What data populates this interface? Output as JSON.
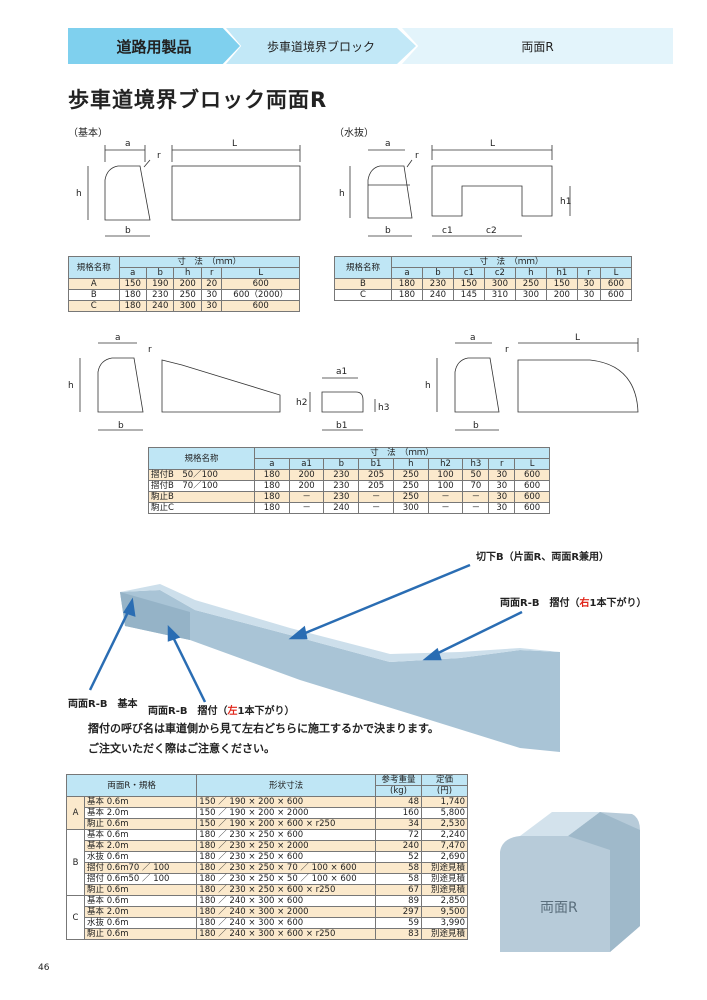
{
  "breadcrumb": {
    "level1": "道路用製品",
    "level2": "歩車道境界ブロック",
    "level3": "両面R"
  },
  "page_title": "歩車道境界ブロック両面R",
  "section_basic": "（基本）",
  "section_mizunuki": "（水抜）",
  "dims": {
    "a": "a",
    "b": "b",
    "h": "h",
    "r": "r",
    "L": "L",
    "c1": "c1",
    "c2": "c2",
    "h1": "h1",
    "a1": "a1",
    "b1": "b1",
    "h2": "h2",
    "h3": "h3"
  },
  "table_basic": {
    "head1": "規格名称",
    "head2": "寸　法　（ｍｍ）",
    "cols": [
      "a",
      "b",
      "h",
      "r",
      "L"
    ],
    "rows": [
      [
        "A",
        "150",
        "190",
        "200",
        "20",
        "600"
      ],
      [
        "B",
        "180",
        "230",
        "250",
        "30",
        "600（2000）"
      ],
      [
        "C",
        "180",
        "240",
        "300",
        "30",
        "600"
      ]
    ]
  },
  "table_mizu": {
    "head1": "規格名称",
    "head2": "寸　法　（ｍｍ）",
    "cols": [
      "a",
      "b",
      "c1",
      "c2",
      "h",
      "h1",
      "r",
      "L"
    ],
    "rows": [
      [
        "B",
        "180",
        "230",
        "150",
        "300",
        "250",
        "150",
        "30",
        "600"
      ],
      [
        "C",
        "180",
        "240",
        "145",
        "310",
        "300",
        "200",
        "30",
        "600"
      ]
    ]
  },
  "table_suri": {
    "head1": "規格名称",
    "head2": "寸　法　（ｍｍ）",
    "cols": [
      "a",
      "a1",
      "b",
      "b1",
      "h",
      "h2",
      "h3",
      "r",
      "L"
    ],
    "rows": [
      [
        "摺付B　50／100",
        "180",
        "200",
        "230",
        "205",
        "250",
        "100",
        "50",
        "30",
        "600"
      ],
      [
        "摺付B　70／100",
        "180",
        "200",
        "230",
        "205",
        "250",
        "100",
        "70",
        "30",
        "600"
      ],
      [
        "駒止B",
        "180",
        "－",
        "230",
        "－",
        "250",
        "－",
        "－",
        "30",
        "600"
      ],
      [
        "駒止C",
        "180",
        "－",
        "240",
        "－",
        "300",
        "－",
        "－",
        "30",
        "600"
      ]
    ]
  },
  "photo_labels": {
    "kiri": "切下B（片面R、両面R兼用）",
    "right_pre": "両面R-B　摺付（",
    "right_dir": "右",
    "right_post": "1本下がり）",
    "kihon": "両面R-B　基本",
    "left_pre": "両面R-B　摺付（",
    "left_dir": "左",
    "left_post": "1本下がり）"
  },
  "notes": [
    "摺付の呼び名は車道側から見て左右どちらに施工するかで決まります。",
    "ご注文いただく際はご注意ください。"
  ],
  "price_table": {
    "head": [
      "両面R・規格",
      "形状寸法",
      "参考重量",
      "定価"
    ],
    "units": [
      "(kg)",
      "(円)"
    ],
    "groups": [
      {
        "grade": "A",
        "rows": [
          [
            "基本 0.6m",
            "150 ／ 190 × 200 × 600",
            "48",
            "1,740"
          ],
          [
            "基本 2.0m",
            "150 ／ 190 × 200 × 2000",
            "160",
            "5,800"
          ],
          [
            "駒止 0.6m",
            "150 ／ 190 × 200 × 600 × r250",
            "34",
            "2,530"
          ]
        ]
      },
      {
        "grade": "B",
        "rows": [
          [
            "基本 0.6m",
            "180 ／ 230 × 250 × 600",
            "72",
            "2,240"
          ],
          [
            "基本 2.0m",
            "180 ／ 230 × 250 × 2000",
            "240",
            "7,470"
          ],
          [
            "水抜 0.6m",
            "180 ／ 230 × 250 × 600",
            "52",
            "2,690"
          ],
          [
            "摺付 0.6m70 ／ 100",
            "180 ／ 230 × 250 × 70 ／ 100 × 600",
            "58",
            "別途見積"
          ],
          [
            "摺付 0.6m50 ／ 100",
            "180 ／ 230 × 250 × 50 ／ 100 × 600",
            "58",
            "別途見積"
          ],
          [
            "駒止 0.6m",
            "180 ／ 230 × 250 × 600 × r250",
            "67",
            "別途見積"
          ]
        ]
      },
      {
        "grade": "C",
        "rows": [
          [
            "基本 0.6m",
            "180 ／ 240 × 300 × 600",
            "89",
            "2,850"
          ],
          [
            "基本 2.0m",
            "180 ／ 240 × 300 × 2000",
            "297",
            "9,500"
          ],
          [
            "水抜 0.6m",
            "180 ／ 240 × 300 × 600",
            "59",
            "3,990"
          ],
          [
            "駒止 0.6m",
            "180 ／ 240 × 300 × 600 × r250",
            "83",
            "別途見積"
          ]
        ]
      }
    ]
  },
  "block_stamp": "両面R",
  "page_number": "46",
  "colors": {
    "header_dark": "#7fd0ee",
    "header_light": "#c2e8f7",
    "table_head": "#bfe6f5",
    "table_row": "#fbe9cc",
    "arrow": "#2a6db3",
    "accent_red": "#e0261a"
  }
}
